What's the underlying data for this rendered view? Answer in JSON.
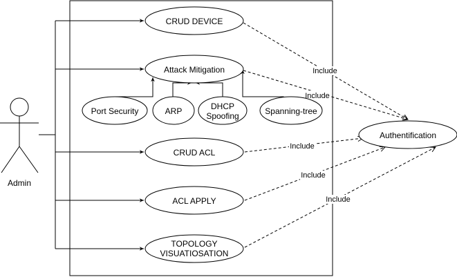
{
  "diagram": {
    "actor": {
      "label": "Admin"
    },
    "use_cases": {
      "crud_device": [
        "CRUD DEVICE"
      ],
      "attack_mitigation": [
        "Attack Mitigation"
      ],
      "port_security": [
        "Port Security"
      ],
      "arp": [
        "ARP"
      ],
      "dhcp_spoofing": [
        "DHCP",
        "Spoofing"
      ],
      "spanning_tree": [
        "Spanning-tree"
      ],
      "crud_acl": [
        "CRUD ACL"
      ],
      "acl_apply": [
        "ACL APPLY"
      ],
      "topology": [
        "TOPOLOGY",
        "VISUATIOSATION"
      ],
      "authentification": [
        "Authentification"
      ]
    },
    "include_label": "Include"
  }
}
